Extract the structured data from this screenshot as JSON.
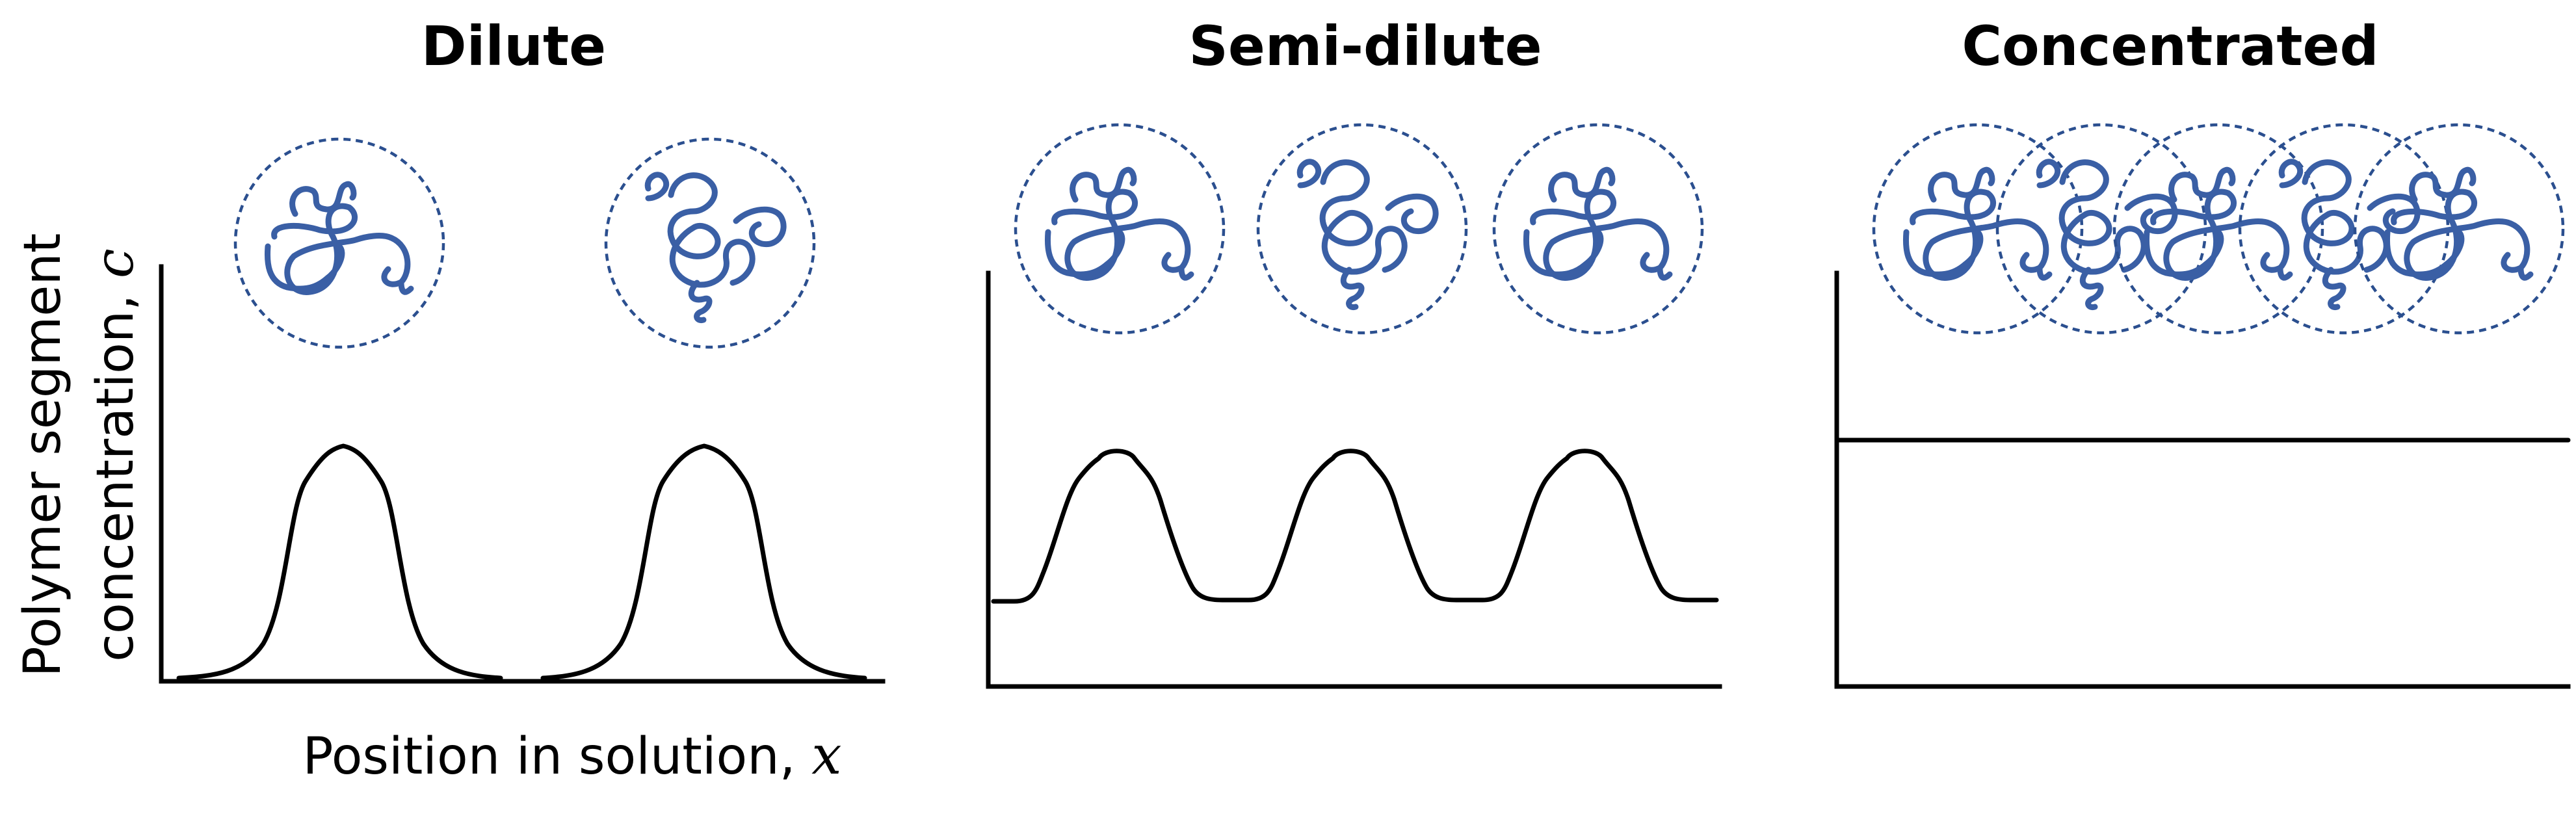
{
  "panels": [
    {
      "title": "Dilute",
      "concentration_profile": "separated-peaks",
      "coil_count": 2,
      "overlap": "none"
    },
    {
      "title": "Semi-dilute",
      "concentration_profile": "touching-peaks",
      "coil_count": 3,
      "overlap": "touching"
    },
    {
      "title": "Concentrated",
      "concentration_profile": "flat",
      "coil_count": 5,
      "overlap": "overlapping"
    }
  ],
  "y_axis": {
    "line1": "Polymer segment",
    "line2_prefix": "concentration, ",
    "variable": "c"
  },
  "x_axis": {
    "prefix": "Position in solution, ",
    "variable": "x"
  },
  "colors": {
    "coil": "#3a5fa5",
    "coil_boundary": "#2b4f8f",
    "profile": "#000000"
  }
}
